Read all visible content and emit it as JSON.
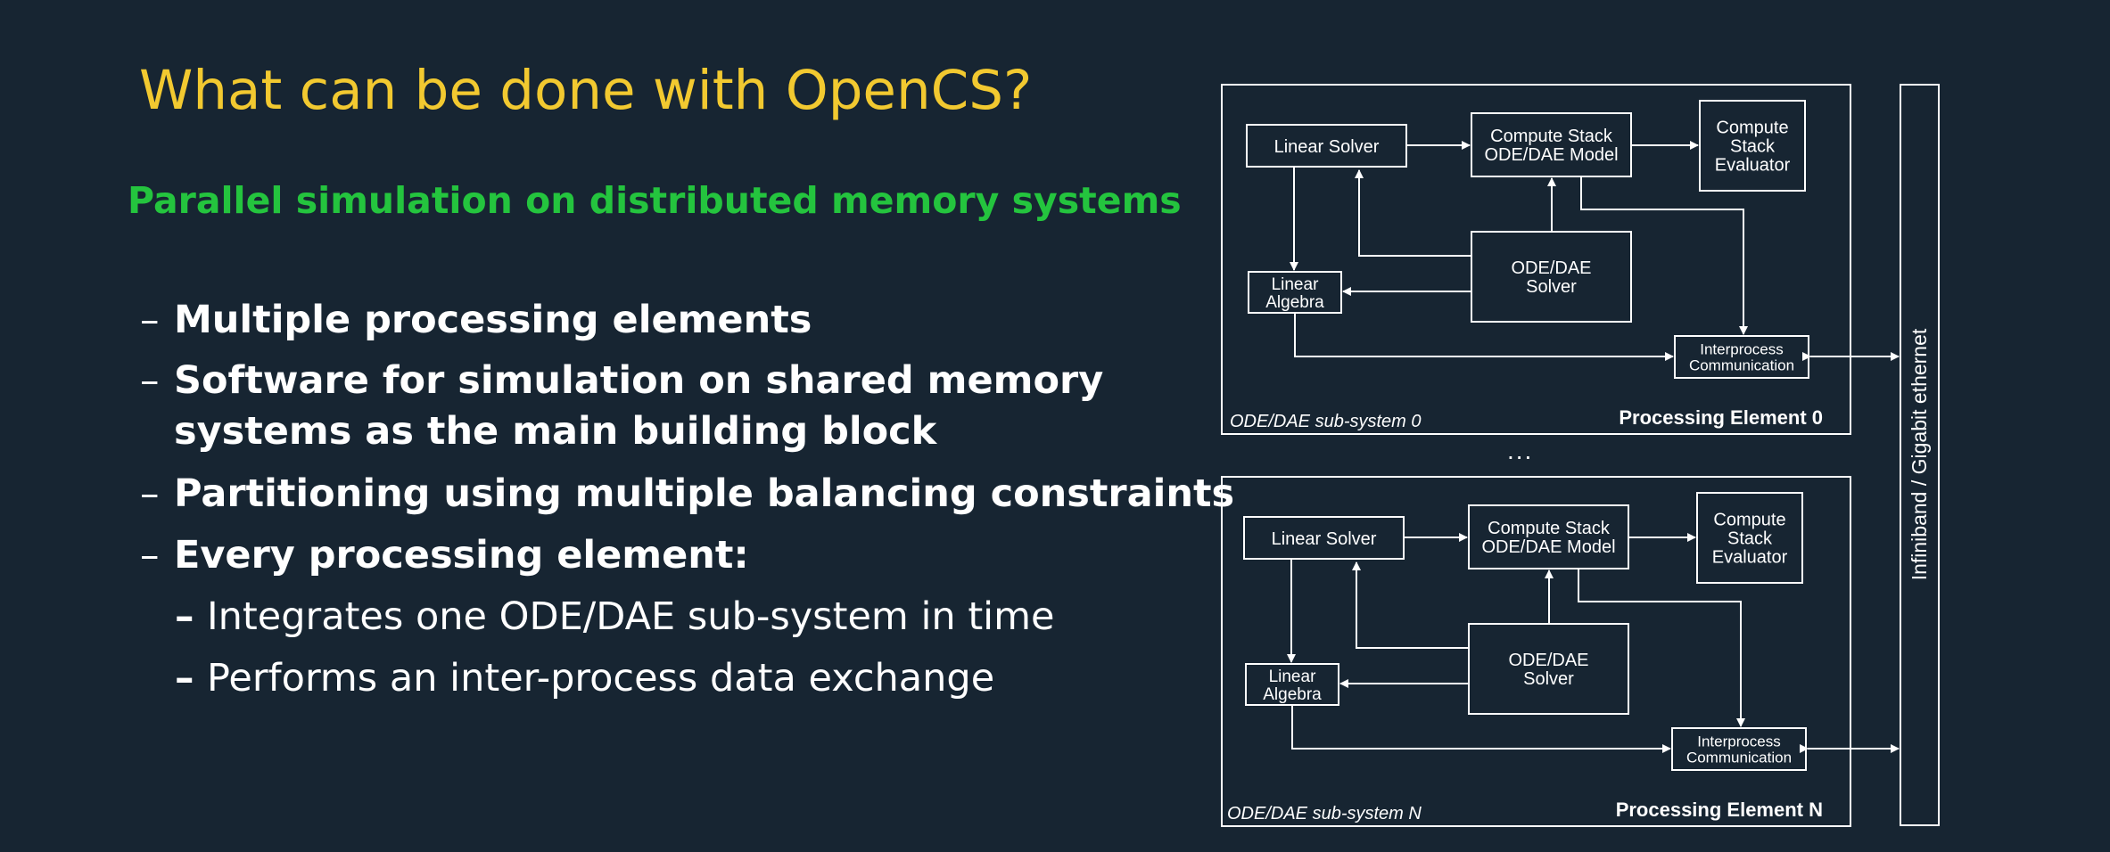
{
  "slide": {
    "title": "What can be done with OpenCS?",
    "subtitle": "Parallel simulation on distributed memory systems",
    "dash": "–",
    "bullets": [
      "Multiple processing elements",
      "Software for simulation on shared memory",
      "systems as the main building block",
      "Partitioning using multiple balancing constraints",
      "Every processing element:"
    ],
    "sub_bullets": [
      "Integrates one ODE/DAE sub-system in time",
      "Performs an inter-process data exchange"
    ]
  },
  "diagram": {
    "ellipsis": "...",
    "network_label": "Infiniband / Gigabit ethernet",
    "elements": [
      {
        "element_label": "Processing Element 0",
        "subsystem_label": "ODE/DAE sub-system 0",
        "linear_solver": "Linear Solver",
        "compute_stack": [
          "Compute Stack",
          "ODE/DAE Model"
        ],
        "evaluator": [
          "Compute",
          "Stack",
          "Evaluator"
        ],
        "linear_algebra": [
          "Linear",
          "Algebra"
        ],
        "dae_solver": [
          "ODE/DAE",
          "Solver"
        ],
        "interprocess": [
          "Interprocess",
          "Communication"
        ]
      },
      {
        "element_label": "Processing Element N",
        "subsystem_label": "ODE/DAE sub-system N",
        "linear_solver": "Linear Solver",
        "compute_stack": [
          "Compute Stack",
          "ODE/DAE Model"
        ],
        "evaluator": [
          "Compute",
          "Stack",
          "Evaluator"
        ],
        "linear_algebra": [
          "Linear",
          "Algebra"
        ],
        "dae_solver": [
          "ODE/DAE",
          "Solver"
        ],
        "interprocess": [
          "Interprocess",
          "Communication"
        ]
      }
    ]
  }
}
